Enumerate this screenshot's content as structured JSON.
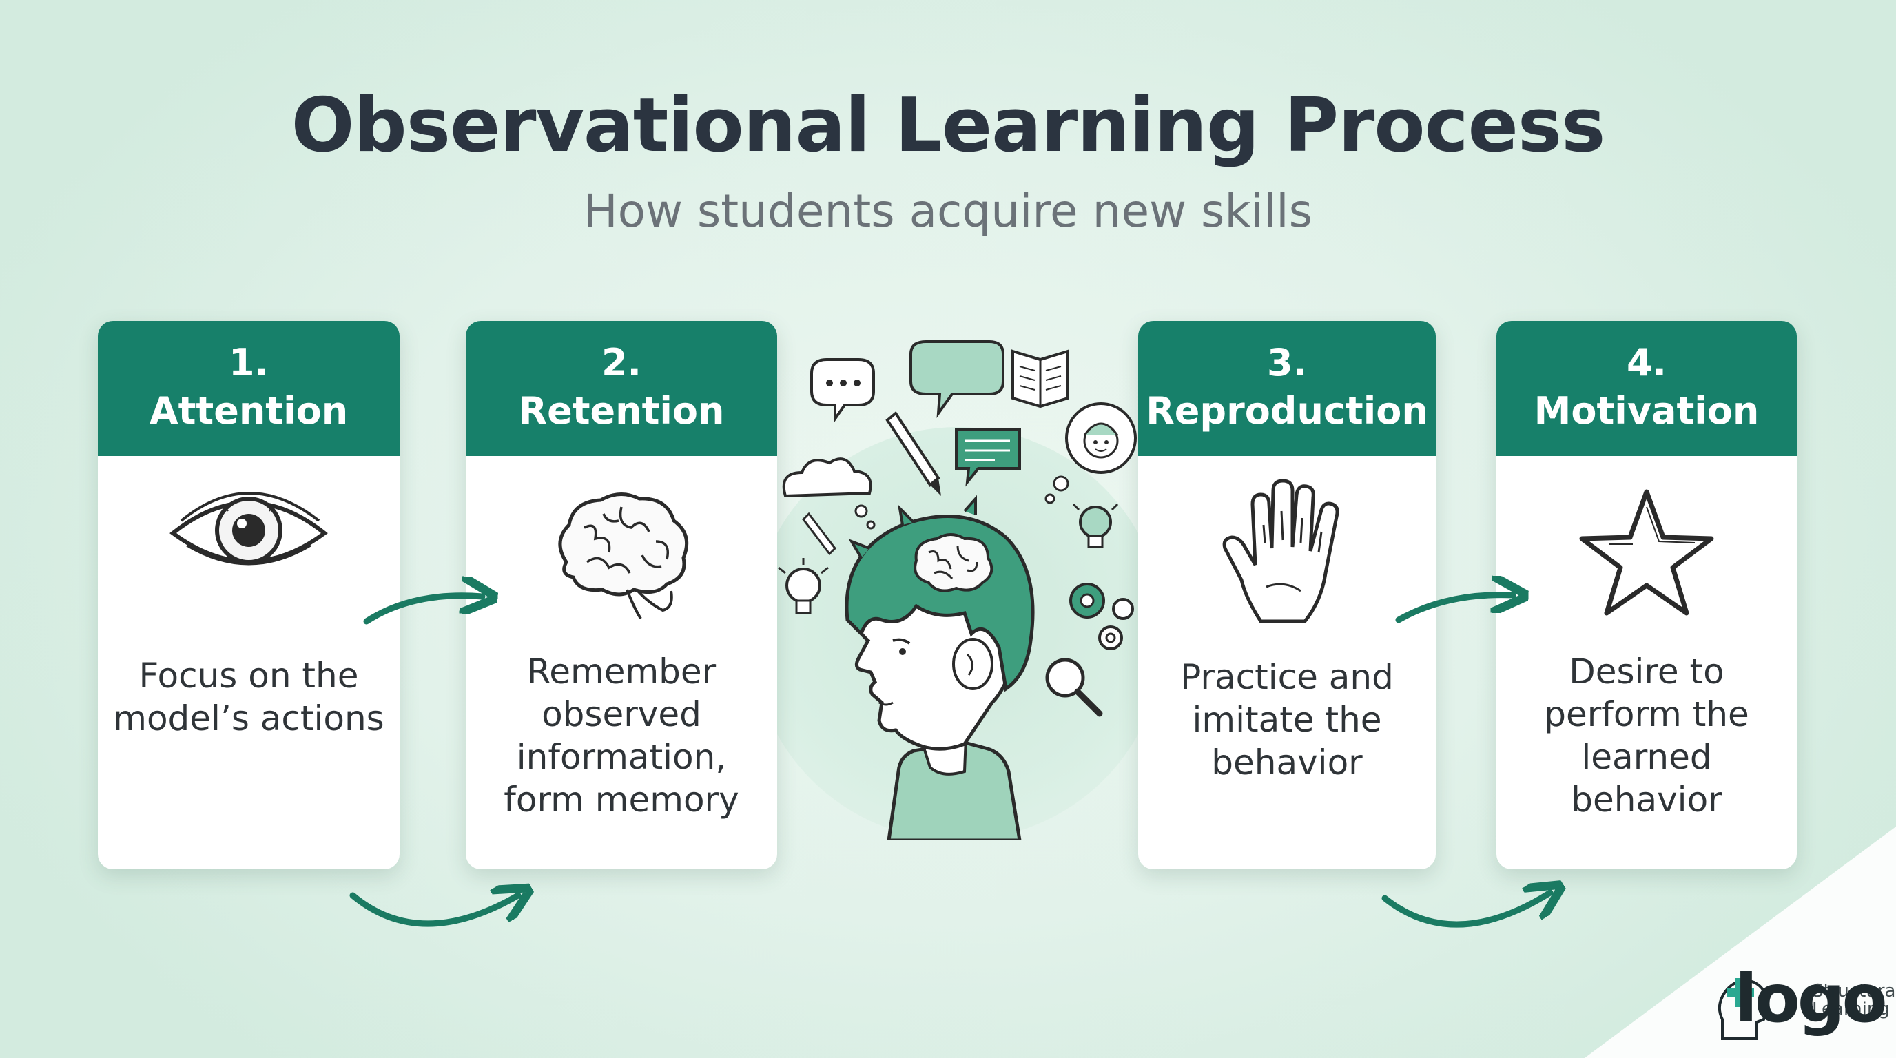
{
  "title": "Observational Learning Process",
  "subtitle": "How students acquire new skills",
  "steps": [
    {
      "number": "1.",
      "label": "Attention",
      "text": "Focus on the model’s actions",
      "icon": "eye-icon"
    },
    {
      "number": "2.",
      "label": "Retention",
      "text": "Remember observed information, form memory",
      "icon": "brain-icon"
    },
    {
      "number": "3.",
      "label": "Reproduction",
      "text": "Practice and imitate the behavior",
      "icon": "hand-icon"
    },
    {
      "number": "4.",
      "label": "Motivation",
      "text": "Desire to perform the learned behavior",
      "icon": "star-icon"
    }
  ],
  "logo": {
    "word": "logo",
    "line1": "Structural",
    "line2": "Learning"
  },
  "colors": {
    "header": "#17806a",
    "accent": "#1a7a62",
    "title": "#2b3440",
    "background": "#e2f2ea"
  }
}
